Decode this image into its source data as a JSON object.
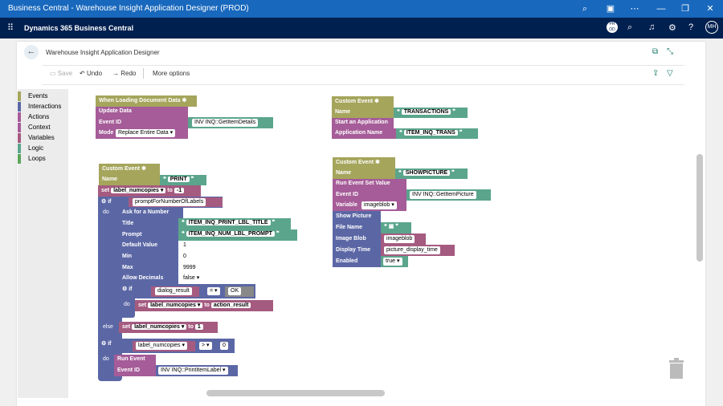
{
  "window": {
    "title": "Business Central - Warehouse Insight Application Designer (PROD)"
  },
  "app": {
    "brand": "Dynamics 365 Business Central",
    "env_badge": "PR OD",
    "user_initials": "MH"
  },
  "page": {
    "title": "Warehouse Insight Application Designer"
  },
  "toolbar": {
    "save": "Save",
    "undo": "Undo",
    "redo": "Redo",
    "more": "More options"
  },
  "categories": [
    "Events",
    "Interactions",
    "Actions",
    "Context",
    "Variables",
    "Logic",
    "Loops"
  ],
  "category_colors": [
    "#a5a55c",
    "#5b67a5",
    "#a55c98",
    "#a55c98",
    "#a55b80",
    "#5ba58c",
    "#5ba55b"
  ],
  "blocks": {
    "b1": {
      "hat": "When Loading Document Data",
      "update": "Update Data",
      "eventid": "Event ID",
      "eventid_val": "INV INQ::GetItemDetails",
      "mode": "Mode",
      "mode_val": "Replace Entire Data"
    },
    "b2": {
      "hat": "Custom Event",
      "name": "Name",
      "name_val": "TRANSACTIONS",
      "start": "Start an Application",
      "app": "Application Name",
      "app_val": "ITEM_INQ_TRANS"
    },
    "b3": {
      "hat": "Custom Event",
      "name": "Name",
      "name_val": "SHOWPICTURE",
      "run": "Run Event Set Value",
      "eventid": "Event ID",
      "eventid_val": "INV INQ::GetItemPicture",
      "var": "Variable",
      "var_val": "imageblob",
      "show": "Show Picture",
      "fname": "File Name",
      "iblob": "Image Blob",
      "iblob_val": "imageblob",
      "dtime": "Display Time",
      "dtime_val": "picture_display_time",
      "enabled": "Enabled",
      "enabled_val": "true"
    },
    "b4": {
      "hat": "Custom Event",
      "name": "Name",
      "name_val": "PRINT",
      "set": "set",
      "var1": "label_numcopies",
      "to": "to",
      "neg1": "-1",
      "if": "if",
      "cond": "promptForNumberOfLabels",
      "do": "do",
      "ask": "Ask for a Number",
      "title": "Title",
      "title_val": "ITEM_INQ_PRINT_LBL_TITLE",
      "prompt": "Prompt",
      "prompt_val": "ITEM_INQ_NUM_LBL_PROMPT",
      "defval": "Default Value",
      "defval_v": "1",
      "min": "Min",
      "min_v": "0",
      "max": "Max",
      "max_v": "9999",
      "allow": "Allow Decimals",
      "allow_v": "false",
      "dres": "dialog_result",
      "eq": "=",
      "ok": "OK",
      "ares": "action_result",
      "else": "else",
      "one": "1",
      "gt": ">",
      "zero": "0",
      "runev": "Run Event",
      "evid": "Event ID",
      "evid_val": "INV INQ::PrintItemLabel"
    }
  }
}
